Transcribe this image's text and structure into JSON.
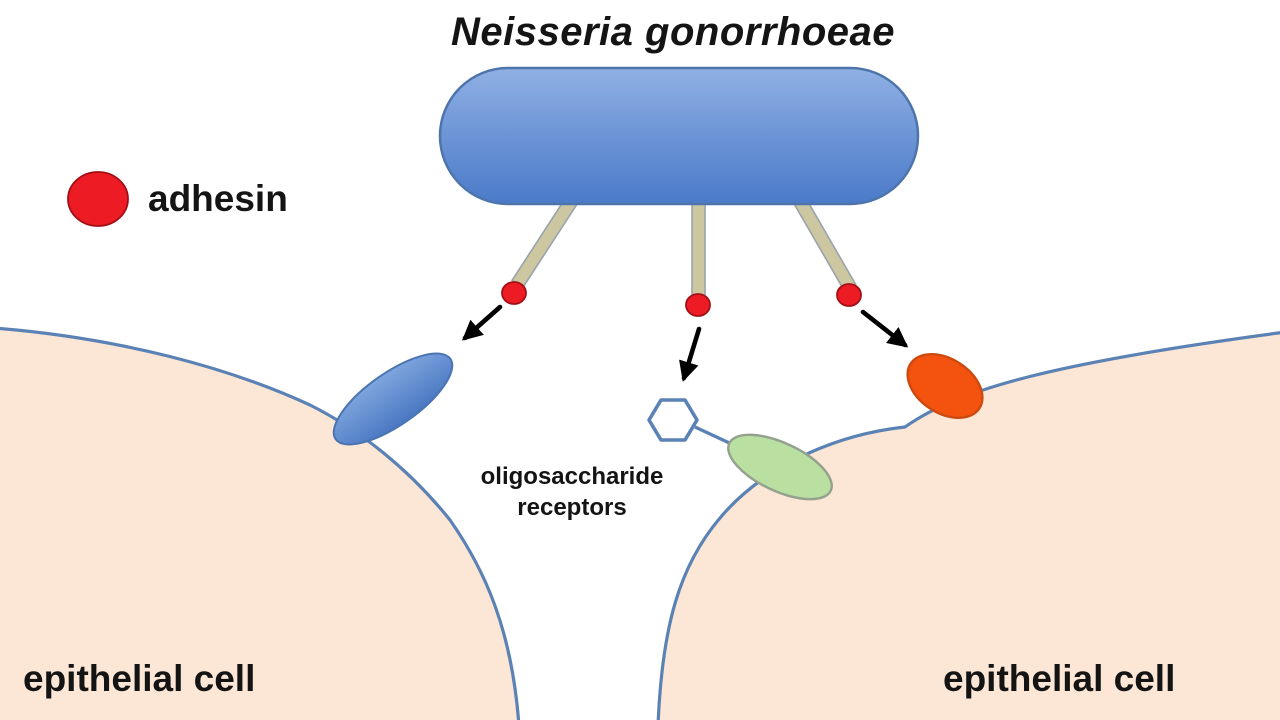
{
  "title": "Neisseria gonorrhoeae",
  "legend": {
    "adhesin_label": "adhesin",
    "adhesin_symbol": "red-ellipse"
  },
  "labels": {
    "receptors_line1": "oligosaccharide",
    "receptors_line2": "receptors",
    "epithelial_left": "epithelial cell",
    "epithelial_right": "epithelial cell"
  },
  "colors": {
    "background": "#ffffff",
    "text": "#141414",
    "bacterium_top": "#8fb0e3",
    "bacterium_bottom": "#4a7ac9",
    "bacterium_border": "#4e74ac",
    "pilus_fill": "#ccc7a1",
    "pilus_border": "#9aa3ac",
    "adhesin_fill": "#ed1c24",
    "adhesin_border": "#a21016",
    "cell_fill": "#fce6d5",
    "cell_border": "#5b82b5",
    "receptor_blue_top": "#7ea6de",
    "receptor_blue_bottom": "#4a77c2",
    "receptor_green": "#b9e0a0",
    "receptor_green_border": "#93a18e",
    "receptor_orange": "#f4530f",
    "receptor_orange_border": "#cc4a10",
    "hexagon_fill": "#ffffff",
    "hexagon_border": "#5b82b5",
    "arrow": "#000000"
  }
}
